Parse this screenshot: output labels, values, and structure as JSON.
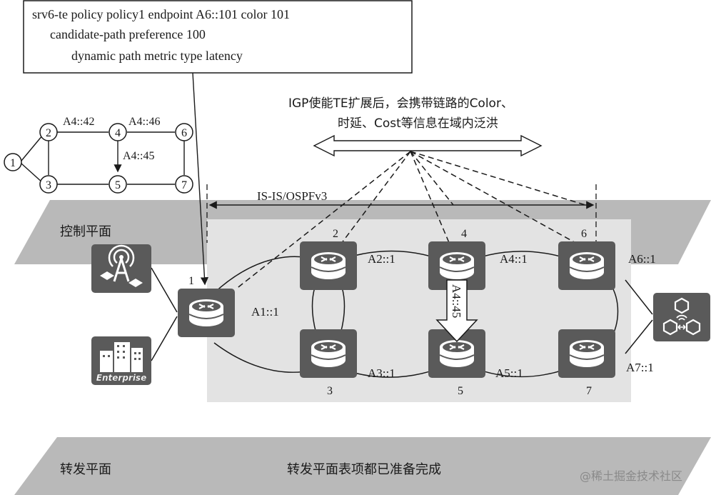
{
  "policy_box": {
    "line1": "srv6-te policy policy1 endpoint A6::101 color 101",
    "line2": "candidate-path preference 100",
    "line3": "dynamic path metric type latency"
  },
  "igp_note": {
    "line1": "IGP使能TE扩展后，会携带链路的Color、",
    "line2": "时延、Cost等信息在域内泛洪"
  },
  "protocol_label": "IS-IS/OSPFv3",
  "control_plane_label": "控制平面",
  "forwarding_plane_label": "转发平面",
  "forwarding_plane_text": "转发平面表项都已准备完成",
  "watermark": "@稀土掘金技术社区",
  "mini_topology": {
    "nodes": [
      "1",
      "2",
      "3",
      "4",
      "5",
      "6",
      "7"
    ],
    "labels": [
      "A4::42",
      "A4::46",
      "A4::45"
    ]
  },
  "routers": [
    {
      "id": "1",
      "sid": "A1::1"
    },
    {
      "id": "2",
      "sid": "A2::1"
    },
    {
      "id": "3",
      "sid": "A3::1"
    },
    {
      "id": "4",
      "sid": "A4::1"
    },
    {
      "id": "5",
      "sid": "A5::1"
    },
    {
      "id": "6",
      "sid": "A6::1"
    },
    {
      "id": "7",
      "sid": "A7::1"
    }
  ],
  "adjacency_sid": "A4::45",
  "enterprise_label": "Enterprise",
  "colors": {
    "plane_gray": "#b9b9b9",
    "inner_panel": "#e3e3e3",
    "router_fill": "#5a5a5a",
    "text": "#1a1a1a"
  },
  "icons": [
    "wireless-tower-icon",
    "enterprise-building-icon",
    "cloud-network-icon",
    "router-icon"
  ]
}
